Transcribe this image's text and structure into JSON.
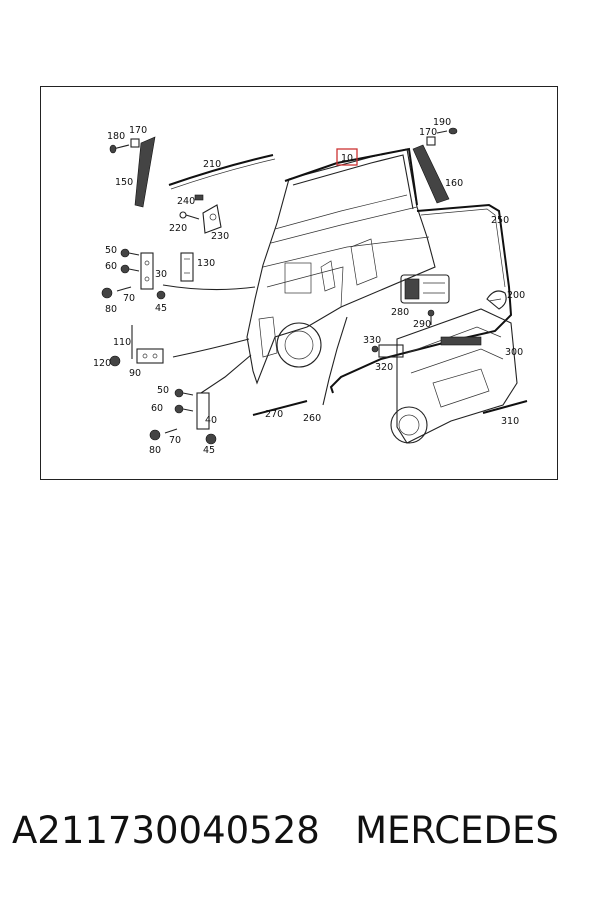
{
  "caption": {
    "part_number": "A211730040528",
    "brand": "MERCEDES"
  },
  "highlight_color": "#cc3333",
  "callouts": {
    "c10": "10",
    "c30": "30",
    "c40": "40",
    "c45a": "45",
    "c45b": "45",
    "c50a": "50",
    "c50b": "50",
    "c60a": "60",
    "c60b": "60",
    "c70a": "70",
    "c70b": "70",
    "c80a": "80",
    "c80b": "80",
    "c90": "90",
    "c110": "110",
    "c120": "120",
    "c130": "130",
    "c150": "150",
    "c160": "160",
    "c170a": "170",
    "c170b": "170",
    "c180": "180",
    "c190": "190",
    "c200": "200",
    "c210": "210",
    "c220": "220",
    "c230": "230",
    "c240": "240",
    "c250": "250",
    "c260": "260",
    "c270": "270",
    "c280": "280",
    "c290": "290",
    "c300": "300",
    "c310": "310",
    "c320": "320",
    "c330": "330"
  }
}
